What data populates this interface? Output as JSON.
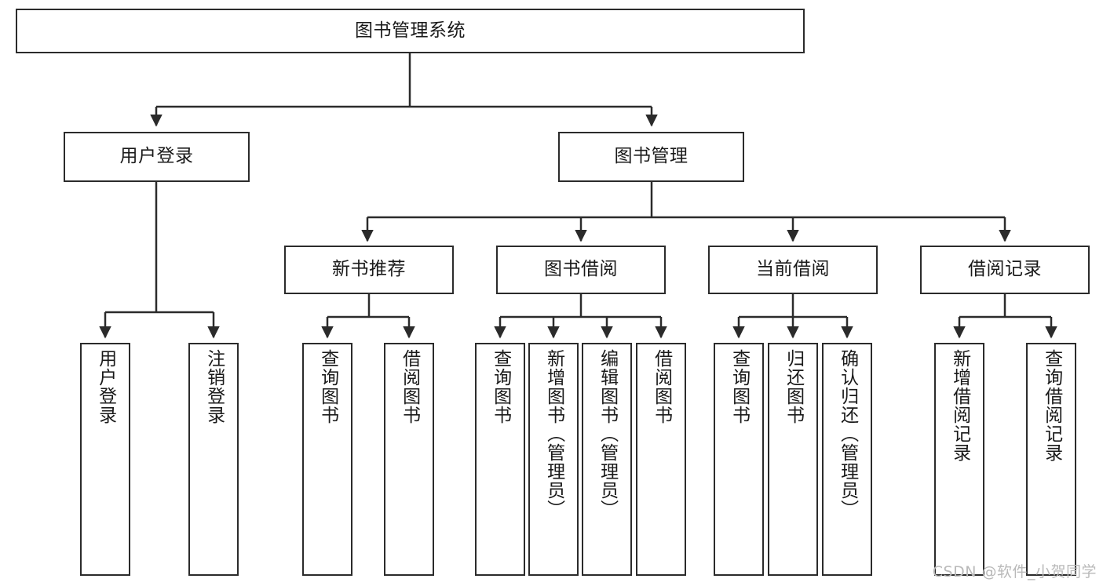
{
  "diagram": {
    "type": "tree",
    "title": "图书管理系统",
    "orientation": "top-down",
    "edge_color": "#2b2b2b",
    "box_border_color": "#2b2b2b",
    "box_fill_color": "#ffffff",
    "text_color": "#1a1a1a"
  },
  "nodes": {
    "root": {
      "label": "图书管理系统",
      "level": 1
    },
    "l2": [
      {
        "id": "user-login",
        "label": "用户登录",
        "level": 2
      },
      {
        "id": "book-manage",
        "label": "图书管理",
        "level": 2
      }
    ],
    "l3": [
      {
        "id": "new-book-recommend",
        "label": "新书推荐",
        "level": 3
      },
      {
        "id": "book-borrow",
        "label": "图书借阅",
        "level": 3
      },
      {
        "id": "current-borrow",
        "label": "当前借阅",
        "level": 3
      },
      {
        "id": "borrow-record",
        "label": "借阅记录",
        "level": 3
      }
    ],
    "leaves": [
      {
        "id": "leaf-user-login",
        "label": "用户登录",
        "parent": "user-login"
      },
      {
        "id": "leaf-logout-login",
        "label": "注销登录",
        "parent": "user-login"
      },
      {
        "id": "leaf-query-book-1",
        "label": "查询图书",
        "parent": "new-book-recommend"
      },
      {
        "id": "leaf-borrow-book-1",
        "label": "借阅图书",
        "parent": "new-book-recommend"
      },
      {
        "id": "leaf-query-book-2",
        "label": "查询图书",
        "parent": "book-borrow"
      },
      {
        "id": "leaf-add-book",
        "label": "新增图书（管理员）",
        "parent": "book-borrow"
      },
      {
        "id": "leaf-edit-book",
        "label": "编辑图书（管理员）",
        "parent": "book-borrow"
      },
      {
        "id": "leaf-borrow-book-2",
        "label": "借阅图书",
        "parent": "book-borrow"
      },
      {
        "id": "leaf-query-book-3",
        "label": "查询图书",
        "parent": "current-borrow"
      },
      {
        "id": "leaf-return-book",
        "label": "归还图书",
        "parent": "current-borrow"
      },
      {
        "id": "leaf-confirm-return",
        "label": "确认归还（管理员）",
        "parent": "current-borrow"
      },
      {
        "id": "leaf-add-record",
        "label": "新增借阅记录",
        "parent": "borrow-record"
      },
      {
        "id": "leaf-query-record",
        "label": "查询借阅记录",
        "parent": "borrow-record"
      }
    ]
  },
  "watermark": {
    "text": "CSDN @软件_小贺同学"
  }
}
